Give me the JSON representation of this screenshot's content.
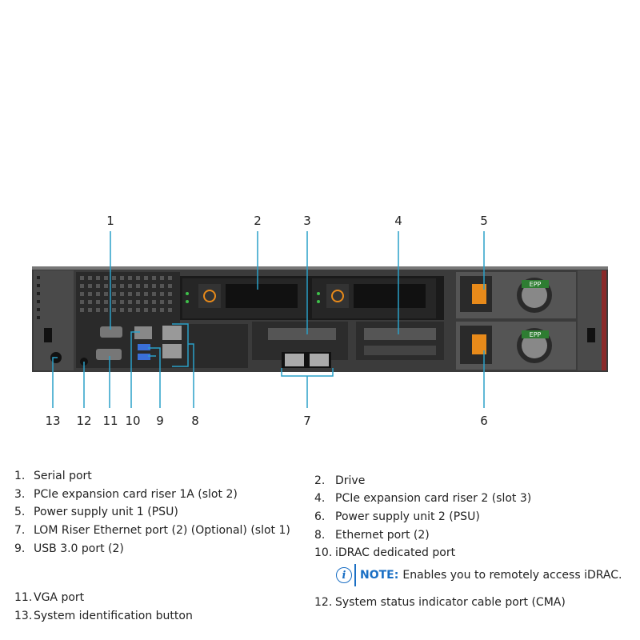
{
  "callouts": [
    "1",
    "2",
    "3",
    "4",
    "5",
    "13",
    "12",
    "11",
    "10",
    "9",
    "8",
    "7",
    "6"
  ],
  "chassis": {
    "psu_label": "EPP"
  },
  "legend": {
    "left": [
      {
        "num": "1.",
        "text": "Serial port"
      },
      {
        "num": "3.",
        "text": "PCIe expansion card riser 1A (slot 2)"
      },
      {
        "num": "5.",
        "text": "Power supply unit 1 (PSU)"
      },
      {
        "num": "7.",
        "text": "LOM Riser Ethernet port (2) (Optional) (slot 1)"
      },
      {
        "num": "9.",
        "text": "USB 3.0 port (2)"
      },
      {
        "num": "11.",
        "text": "VGA port"
      },
      {
        "num": "13.",
        "text": "System identification button"
      }
    ],
    "right": [
      {
        "num": "2.",
        "text": "Drive"
      },
      {
        "num": "4.",
        "text": "PCIe expansion card riser 2 (slot 3)"
      },
      {
        "num": "6.",
        "text": "Power supply unit 2 (PSU)"
      },
      {
        "num": "8.",
        "text": "Ethernet port (2)"
      },
      {
        "num": "10.",
        "text": "iDRAC dedicated port"
      },
      {
        "num": "12.",
        "text": "System status indicator cable port (CMA)"
      }
    ]
  },
  "note": {
    "icon": "info-icon",
    "label": "NOTE:",
    "text": "Enables you to remotely access iDRAC."
  },
  "colors": {
    "chassis": "#3a3a3a",
    "callout_line": "#2aa0c8",
    "psu_handle": "#e88a1a",
    "psu_label": "#2e7d32",
    "note_blue": "#1a6fc4"
  }
}
